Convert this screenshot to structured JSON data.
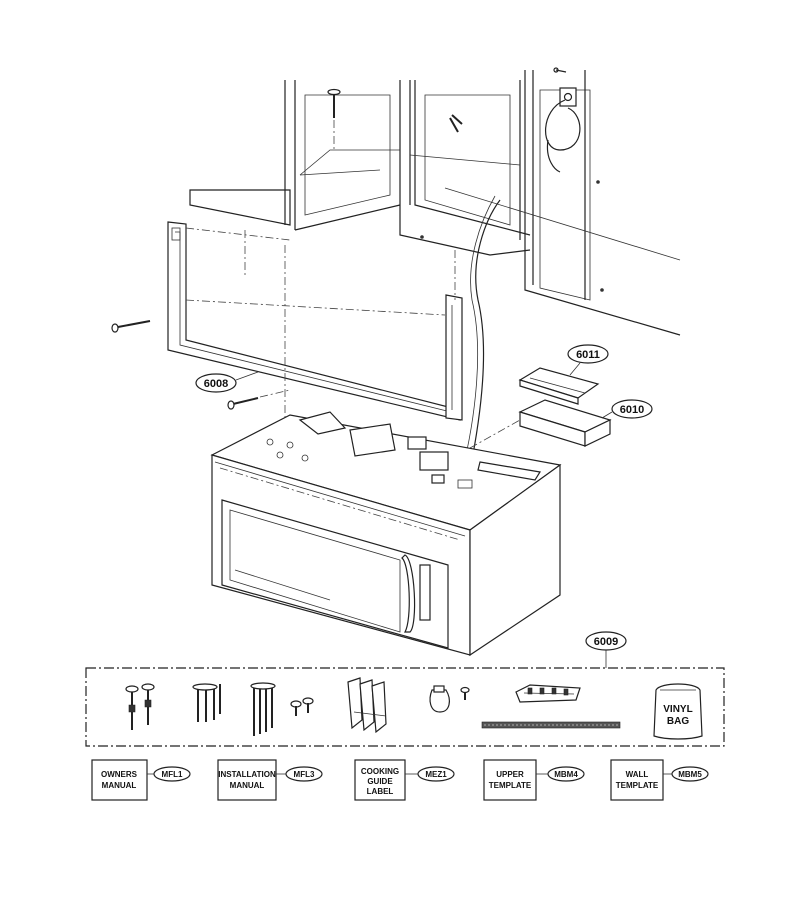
{
  "parts": {
    "mounting_plate": "6008",
    "damper": "6011",
    "exhaust_adapter": "6010",
    "installation_kit": "6009",
    "vinyl_bag_line1": "VINYL",
    "vinyl_bag_line2": "BAG"
  },
  "documents": [
    {
      "line1": "OWNERS",
      "line2": "MANUAL",
      "line3": "",
      "code": "MFL1"
    },
    {
      "line1": "INSTALLATION",
      "line2": "MANUAL",
      "line3": "",
      "code": "MFL3"
    },
    {
      "line1": "COOKING",
      "line2": "GUIDE",
      "line3": "LABEL",
      "code": "MEZ1"
    },
    {
      "line1": "UPPER",
      "line2": "TEMPLATE",
      "line3": "",
      "code": "MBM4"
    },
    {
      "line1": "WALL",
      "line2": "TEMPLATE",
      "line3": "",
      "code": "MBM5"
    }
  ]
}
